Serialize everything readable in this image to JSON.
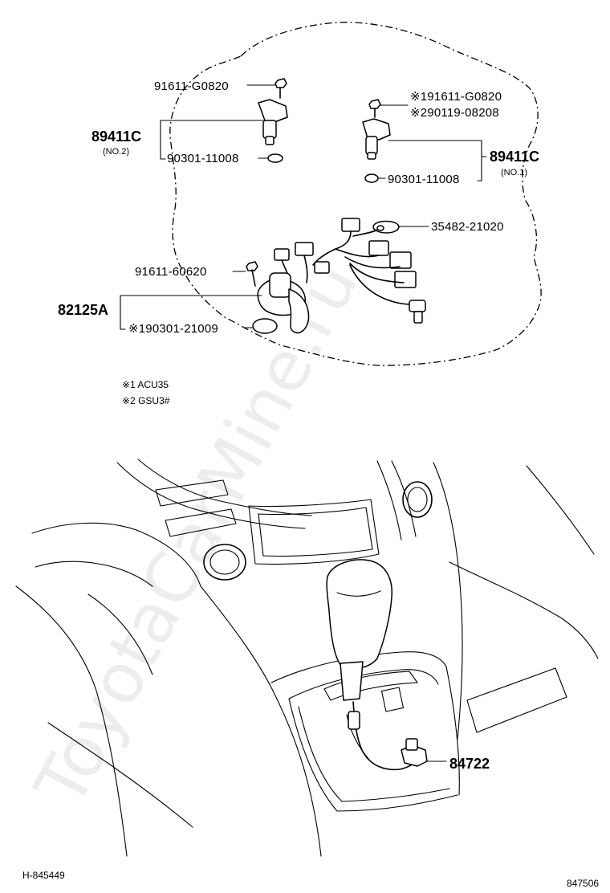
{
  "callouts": {
    "bolt_left": "91611-G0820",
    "sensor_no2": "89411C",
    "sensor_no2_sub": "(NO.2)",
    "washer_left": "90301-11008",
    "bolt_right": "※191611-G0820",
    "bolt_right_alt": "※290119-08208",
    "sensor_no1": "89411C",
    "sensor_no1_sub": "(NO.1)",
    "washer_right": "90301-11008",
    "clamp": "35482-21020",
    "bolt_harness": "91611-60620",
    "harness": "82125A",
    "oring_harness": "※190301-21009",
    "shifter_switch": "84722"
  },
  "notes": {
    "n1": "※1 ACU35",
    "n2": "※2 GSU3#"
  },
  "footer": {
    "left": "H-845449",
    "right": "847506"
  },
  "watermark": "ToyotaCarMine.ru"
}
